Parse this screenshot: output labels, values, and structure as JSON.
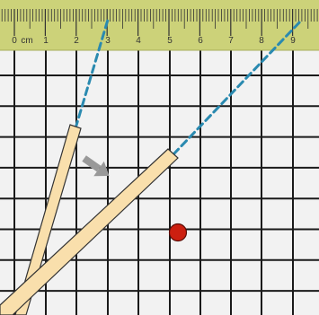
{
  "ruler": {
    "unit_label": "cm",
    "labels": [
      "0",
      "1",
      "2",
      "3",
      "4",
      "5",
      "6",
      "7",
      "8",
      "9"
    ],
    "color": "#ccd279",
    "tick_color": "#333333"
  },
  "grid": {
    "background": "#f2f2f2",
    "line_color": "#1a1a1a"
  },
  "sticks": {
    "fill": "#f9dfac",
    "stroke": "#333333"
  },
  "extension_lines": {
    "color": "#2a8ab0"
  },
  "arrow": {
    "icon": "arrow-down-right-icon",
    "color": "#999999"
  },
  "marker": {
    "icon": "red-dot",
    "color": "#cc1f10"
  }
}
